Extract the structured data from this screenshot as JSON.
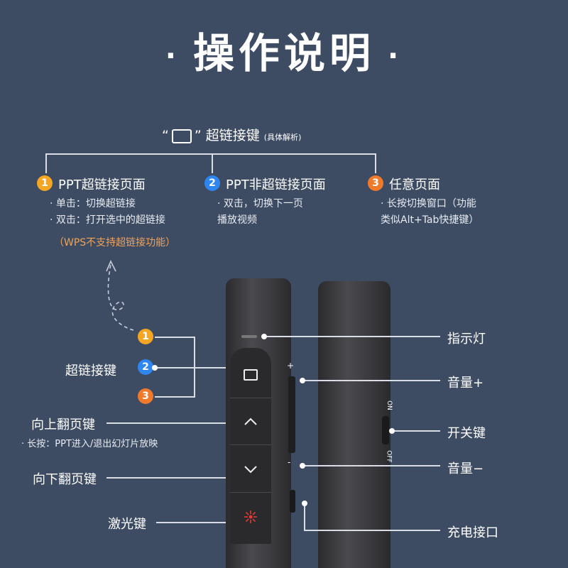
{
  "title": "操作说明",
  "title_dot": "·",
  "hyperlink_header": {
    "quote_open": "“",
    "quote_close": "”",
    "label": "超链接键",
    "note": "(具体解析)"
  },
  "columns": [
    {
      "num": "1",
      "title": "PPT超链接页面",
      "lines": [
        "· 单击：切换超链接",
        "· 双击：打开选中的超链接"
      ],
      "note": "（WPS不支持超链接功能）"
    },
    {
      "num": "2",
      "title": "PPT非超链接页面",
      "lines": [
        "· 双击，切换下一页",
        "播放视频"
      ]
    },
    {
      "num": "3",
      "title": "任意页面",
      "lines": [
        "· 长按切换窗口（功能",
        "类似Alt+Tab快捷键）"
      ]
    }
  ],
  "left_labels": {
    "hyperlink_key": "超链接键",
    "page_up": "向上翻页键",
    "page_up_sub": "· 长按：PPT进入/退出幻灯片放映",
    "page_down": "向下翻页键",
    "laser": "激光键",
    "nums": [
      "1",
      "2",
      "3"
    ]
  },
  "right_labels": {
    "indicator": "指示灯",
    "vol_up": "音量+",
    "power": "开关键",
    "vol_down": "音量−",
    "charge": "充电接口"
  },
  "side_marks": {
    "plus": "+",
    "minus": "-",
    "on": "ON",
    "off": "OFF"
  },
  "colors": {
    "background": "#3d4b63",
    "num1": "#f5a623",
    "num2": "#2f86f0",
    "num3": "#f07a2b",
    "laser": "#e53935",
    "note": "#f0a35a"
  }
}
